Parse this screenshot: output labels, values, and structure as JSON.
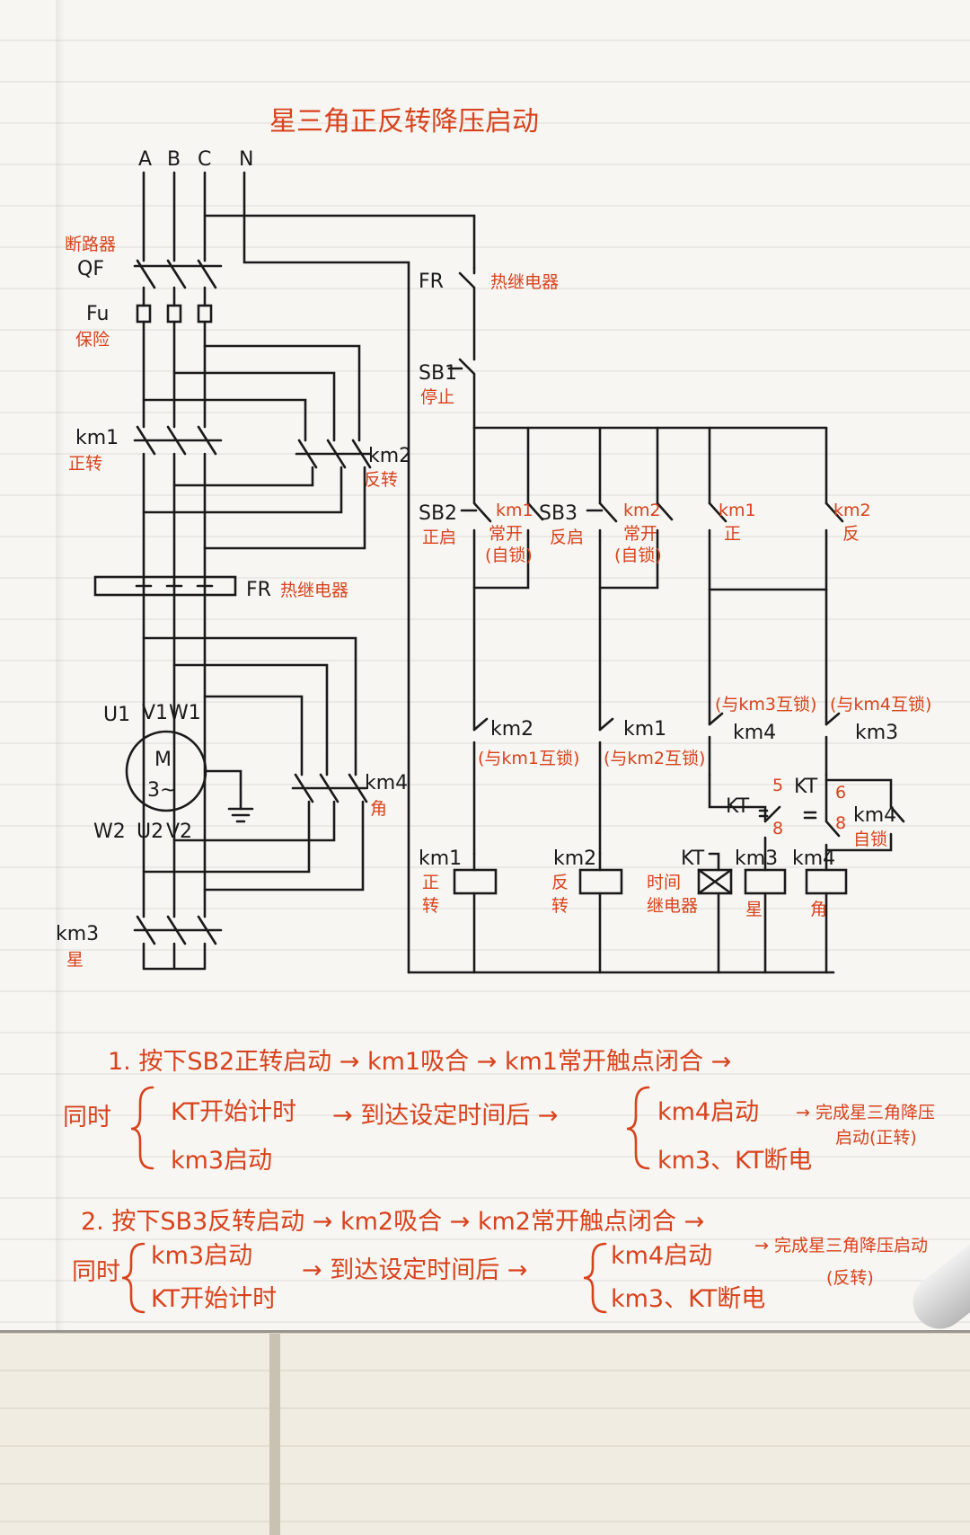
{
  "title": "星三角正反转降压启动",
  "phases": [
    "A",
    "B",
    "C",
    "N"
  ],
  "power": {
    "qf": "QF",
    "qf_name": "断路器",
    "fu": "Fu",
    "fu_name": "保险",
    "km1": "km1",
    "km1_name": "正转",
    "km2": "km2",
    "km2_name": "反转",
    "fr": "FR",
    "fr_name": "热继电器",
    "motor_letter": "M",
    "motor_phase": "3~",
    "u1": "U1",
    "v1": "V1",
    "w1": "W1",
    "w2": "W2",
    "u2": "U2",
    "v2": "V2",
    "km4": "km4",
    "km4_name": "角",
    "km3": "km3",
    "km3_name": "星"
  },
  "control": {
    "fr": "FR",
    "fr_name": "热继电器",
    "sb1": "SB1",
    "sb1_name": "停止",
    "sb2": "SB2",
    "sb2_name": "正启",
    "sb3": "SB3",
    "sb3_name": "反启",
    "km1_no": "km1",
    "km1_no_a": "常开",
    "km1_no_b": "(自锁)",
    "km2_no": "km2",
    "km2_no_a": "常开",
    "km2_no_b": "(自锁)",
    "km1_br": "km1",
    "km1_br_name": "正",
    "km2_br": "km2",
    "km2_br_name": "反",
    "km2_nc": "km2",
    "km2_nc_note": "(与km1互锁)",
    "km1_nc": "km1",
    "km1_nc_note": "(与km2互锁)",
    "km4_nc": "km4",
    "km4_nc_note": "(与km3互锁)",
    "km3_nc": "km3",
    "km3_nc_note": "(与km4互锁)",
    "kt5": "KT",
    "kt5_n1": "5",
    "kt5_n2": "8",
    "kt6": "KT",
    "kt6_n1": "6",
    "kt6_n2": "8",
    "km4_self": "km4",
    "km4_self_name": "自锁",
    "coil_km1": "km1",
    "coil_km1_a": "正",
    "coil_km1_b": "转",
    "coil_km2": "km2",
    "coil_km2_a": "反",
    "coil_km2_b": "转",
    "coil_kt": "KT",
    "coil_kt_a": "时间",
    "coil_kt_b": "继电器",
    "coil_km3": "km3",
    "coil_km3_name": "星",
    "coil_km4": "km4",
    "coil_km4_name": "角"
  },
  "notes": {
    "n1_line1": "1. 按下SB2正转启动 → km1吸合 → km1常开触点闭合 →",
    "n1_simul": "同时",
    "n1_a": "KT开始计时",
    "n1_b": "km3启动",
    "n1_mid": "→ 到达设定时间后 →",
    "n1_c": "km4启动",
    "n1_d": "km3、KT断电",
    "n1_res1": "→ 完成星三角降压",
    "n1_res2": "启动(正转)",
    "n2_line1": "2. 按下SB3反转启动 → km2吸合 → km2常开触点闭合 →",
    "n2_simul": "同时",
    "n2_a": "km3启动",
    "n2_b": "KT开始计时",
    "n2_mid": "→ 到达设定时间后 →",
    "n2_c": "km4启动",
    "n2_d": "km3、KT断电",
    "n2_res1": "→ 完成星三角降压启动",
    "n2_res2": "(反转)"
  }
}
